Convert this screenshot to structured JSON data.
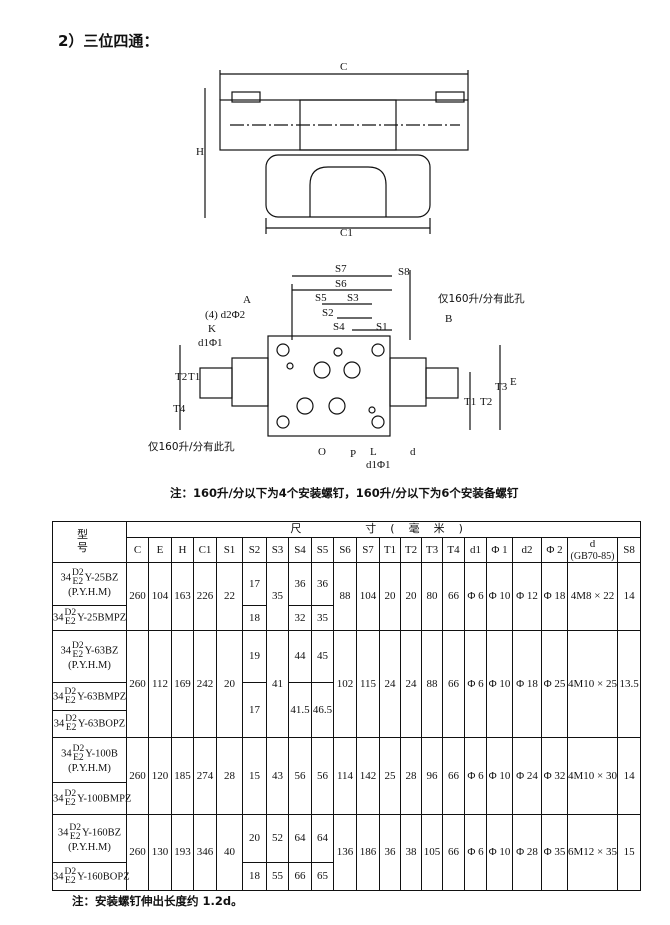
{
  "heading": "2）三位四通：",
  "drawing_top": {
    "label_C": "C",
    "label_H": "H",
    "label_C1": "C1"
  },
  "drawing_plate": {
    "S7": "S7",
    "S8": "S8",
    "S6": "S6",
    "S5": "S5",
    "S3": "S3",
    "S2": "S2",
    "S4": "S4",
    "S1": "S1",
    "A": "A",
    "B": "B",
    "K": "K",
    "d2phi2": "(4) d2Φ2",
    "d1phi1_left": "d1Φ1",
    "only160_right": "仅160升/分有此孔",
    "only160_left": "仅160升/分有此孔",
    "T1": "T1",
    "T2": "T2",
    "T3": "T3",
    "T4": "T4",
    "E": "E",
    "O": "O",
    "P": "P",
    "L": "L",
    "d": "d",
    "d1phi1_bottom": "d1Φ1"
  },
  "note1": "注：160升/分以下为4个安装螺钉，160升/分以下为6个安装备螺钉",
  "table": {
    "model_header": "型　号",
    "dim_header": "尺　　寸(毫米)",
    "columns": [
      "C",
      "E",
      "H",
      "C1",
      "S1",
      "S2",
      "S3",
      "S4",
      "S5",
      "S6",
      "S7",
      "T1",
      "T2",
      "T3",
      "T4",
      "d1",
      "Φ 1",
      "d2",
      "Φ 2"
    ],
    "d_header": "d",
    "d_sub": "(GB70-85)",
    "s8_header": "S8",
    "model_prefix": "34",
    "sup": "D2",
    "sub": "E2",
    "groups": [
      {
        "models": [
          "Y-25BZ",
          "Y-25BMPZ"
        ],
        "suffix": "(P.Y.H.M)",
        "C": "260",
        "E": "104",
        "H": "163",
        "C1": "226",
        "S1": "22",
        "S2": [
          "17",
          "18"
        ],
        "S3": "35",
        "S4": [
          "36",
          "32"
        ],
        "S5": [
          "36",
          "35"
        ],
        "S6": "88",
        "S7": "104",
        "T1": "20",
        "T2": "20",
        "T3": "80",
        "T4": "66",
        "d1": "Φ 6",
        "phi1": "Φ 10",
        "d2": "Φ 12",
        "phi2": "Φ 18",
        "d": "4M8 × 22",
        "S8": "14"
      },
      {
        "models": [
          "Y-63BZ",
          "Y-63BMPZ",
          "Y-63BOPZ"
        ],
        "suffix": "(P.Y.H.M)",
        "C": "260",
        "E": "112",
        "H": "169",
        "C1": "242",
        "S1": "20",
        "S2": [
          "19",
          "17"
        ],
        "S3": "41",
        "S4": [
          "44",
          "41.5"
        ],
        "S5": [
          "45",
          "46.5"
        ],
        "S6": "102",
        "S7": "115",
        "T1": "24",
        "T2": "24",
        "T3": "88",
        "T4": "66",
        "d1": "Φ 6",
        "phi1": "Φ 10",
        "d2": "Φ 18",
        "phi2": "Φ 25",
        "d": "4M10 × 25",
        "S8": "13.5"
      },
      {
        "models": [
          "Y-100B",
          "Y-100BMPZ"
        ],
        "suffix": "(P.Y.H.M)",
        "C": "260",
        "E": "120",
        "H": "185",
        "C1": "274",
        "S1": "28",
        "S2": "15",
        "S3": "43",
        "S4": "56",
        "S5": "56",
        "S6": "114",
        "S7": "142",
        "T1": "25",
        "T2": "28",
        "T3": "96",
        "T4": "66",
        "d1": "Φ 6",
        "phi1": "Φ 10",
        "d2": "Φ 24",
        "phi2": "Φ 32",
        "d": "4M10 × 30",
        "S8": "14"
      },
      {
        "models": [
          "Y-160BZ",
          "Y-160BOPZ"
        ],
        "suffix": "(P.Y.H.M)",
        "C": "260",
        "E": "130",
        "H": "193",
        "C1": "346",
        "S1": "40",
        "S2": [
          "20",
          "18"
        ],
        "S3": [
          "52",
          "55"
        ],
        "S4": [
          "64",
          "66"
        ],
        "S5": [
          "64",
          "65"
        ],
        "S6": "136",
        "S7": "186",
        "T1": "36",
        "T2": "38",
        "T3": "105",
        "T4": "66",
        "d1": "Φ 6",
        "phi1": "Φ 10",
        "d2": "Φ 28",
        "phi2": "Φ 35",
        "d": "6M12 × 35",
        "S8": "15"
      }
    ]
  },
  "note2": "注：安装螺钉伸出长度约 1.2d。"
}
